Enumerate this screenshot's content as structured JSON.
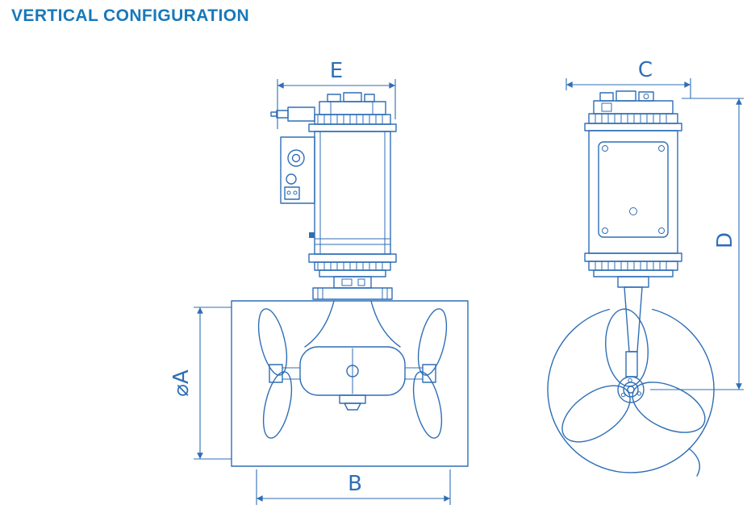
{
  "page": {
    "title": "VERTICAL CONFIGURATION"
  },
  "colors": {
    "title_text": "#1878b9",
    "drawing_line": "#2f6eb6",
    "background": "#ffffff"
  },
  "diagram": {
    "type": "technical-drawing",
    "views": [
      {
        "name": "front-view",
        "dimension_labels": [
          "E",
          "⌀A",
          "B"
        ]
      },
      {
        "name": "side-view",
        "dimension_labels": [
          "C",
          "D"
        ]
      }
    ]
  },
  "labels": {
    "dim_e": "E",
    "dim_c": "C",
    "dim_phi_a": "⌀A",
    "dim_b": "B",
    "dim_d": "D"
  }
}
